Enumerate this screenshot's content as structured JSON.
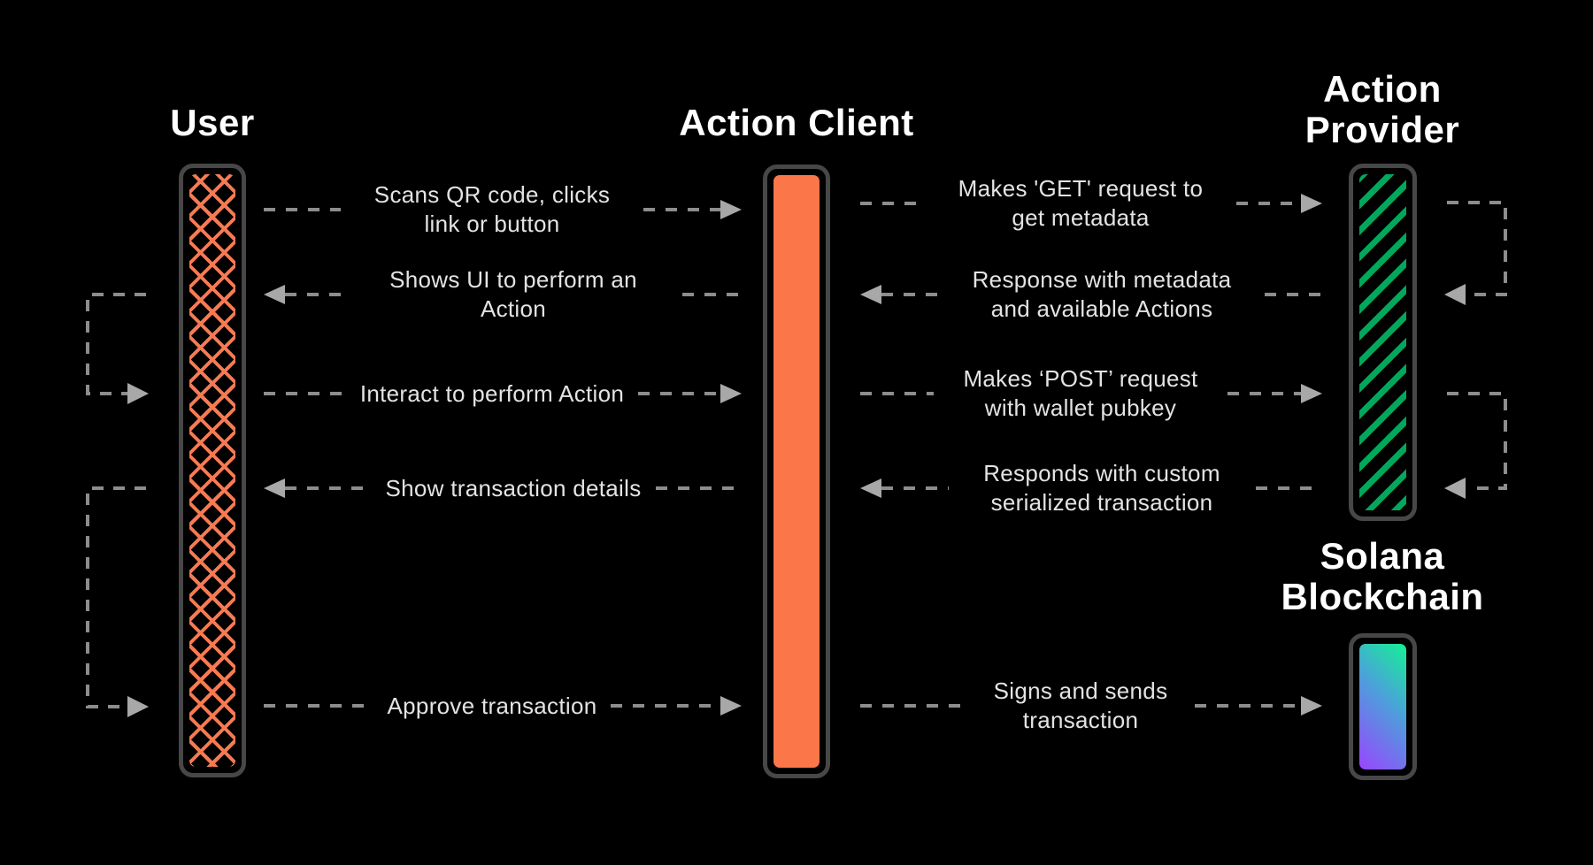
{
  "diagram": {
    "type": "sequence-flow",
    "topic": "Solana Actions lifecycle"
  },
  "colors": {
    "background": "#000000",
    "user_pattern": "#f87a52",
    "action_client_fill": "#fb7649",
    "action_provider_stripes": "#00a85c",
    "solana_gradient_green": "#14f195",
    "solana_gradient_purple": "#9945ff",
    "dashed_line": "#8d8d8d",
    "arrowhead": "#a8a8a8",
    "label_text": "#e3e3e3",
    "title_text": "#ffffff",
    "column_border": "#474747"
  },
  "actors": [
    {
      "id": "user",
      "title": "User",
      "pattern": "orange-crosshatch"
    },
    {
      "id": "action-client",
      "title": "Action Client",
      "pattern": "orange-solid"
    },
    {
      "id": "action-provider",
      "title": "Action Provider",
      "pattern": "green-diagonal-stripes"
    },
    {
      "id": "solana-blockchain",
      "title": "Solana Blockchain",
      "pattern": "purple-to-green-gradient"
    }
  ],
  "messages": [
    {
      "from": "user",
      "to": "action-client",
      "direction": "right",
      "text": "Scans QR code, clicks link or button"
    },
    {
      "from": "action-client",
      "to": "action-provider",
      "direction": "right",
      "text": "Makes 'GET' request to get metadata"
    },
    {
      "from": "action-provider",
      "to": "action-client",
      "direction": "left",
      "text": "Response with metadata and available Actions"
    },
    {
      "from": "action-client",
      "to": "user",
      "direction": "left",
      "text": "Shows UI to perform an Action"
    },
    {
      "from": "user",
      "to": "action-client",
      "direction": "right",
      "text": "Interact to perform Action"
    },
    {
      "from": "action-client",
      "to": "action-provider",
      "direction": "right",
      "text": "Makes ‘POST’ request with wallet pubkey"
    },
    {
      "from": "action-provider",
      "to": "action-client",
      "direction": "left",
      "text": "Responds with custom serialized transaction"
    },
    {
      "from": "action-client",
      "to": "user",
      "direction": "left",
      "text": "Show transaction details"
    },
    {
      "from": "user",
      "to": "action-client",
      "direction": "right",
      "text": "Approve transaction"
    },
    {
      "from": "action-client",
      "to": "solana-blockchain",
      "direction": "right",
      "text": "Signs and sends transaction"
    }
  ],
  "return_loops": [
    {
      "actor": "user",
      "side": "left",
      "connects_messages": [
        3,
        4
      ]
    },
    {
      "actor": "user",
      "side": "left",
      "connects_messages": [
        7,
        8
      ]
    },
    {
      "actor": "action-provider",
      "side": "right",
      "connects_messages": [
        1,
        2
      ]
    },
    {
      "actor": "action-provider",
      "side": "right",
      "connects_messages": [
        5,
        6
      ]
    }
  ]
}
